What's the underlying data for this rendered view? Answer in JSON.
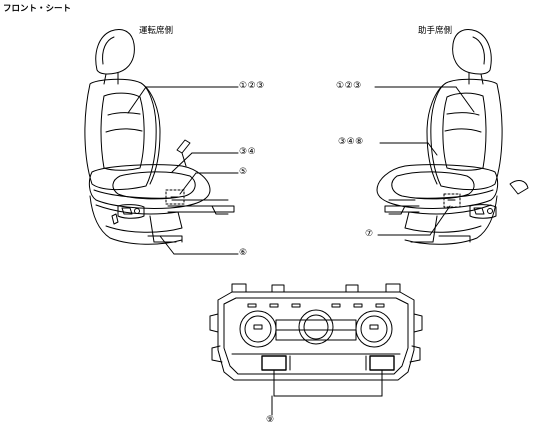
{
  "section_title": "フロント・シート",
  "driver_seat_label": "運転席側",
  "passenger_seat_label": "助手席側",
  "callouts": {
    "driver_123": "①②③",
    "driver_34": "③④",
    "driver_5": "⑤",
    "driver_6": "⑥",
    "passenger_123": "①②③",
    "passenger_348": "③④⑧",
    "passenger_7": "⑦",
    "console_9": "⑨"
  }
}
